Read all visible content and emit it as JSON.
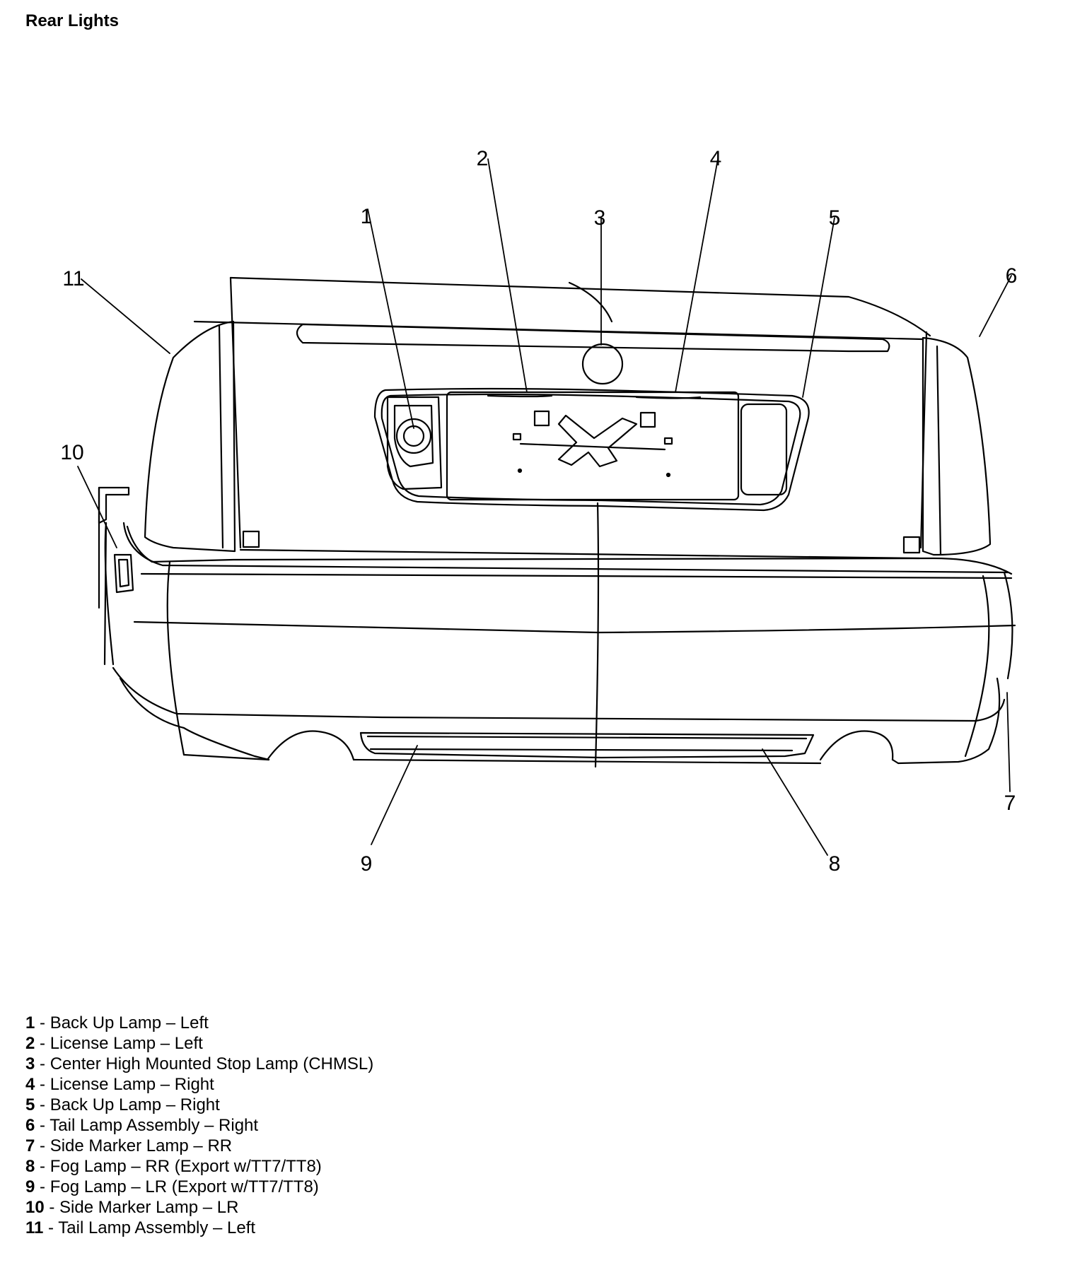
{
  "title": "Rear Lights",
  "callouts": [
    {
      "num": "1"
    },
    {
      "num": "2"
    },
    {
      "num": "3"
    },
    {
      "num": "4"
    },
    {
      "num": "5"
    },
    {
      "num": "6"
    },
    {
      "num": "7"
    },
    {
      "num": "8"
    },
    {
      "num": "9"
    },
    {
      "num": "10"
    },
    {
      "num": "11"
    }
  ],
  "legend": [
    {
      "num": "1",
      "sep": " - ",
      "text": "Back Up Lamp – Left"
    },
    {
      "num": "2",
      "sep": " - ",
      "text": "License Lamp – Left"
    },
    {
      "num": "3",
      "sep": " - ",
      "text": "Center High Mounted Stop Lamp (CHMSL)"
    },
    {
      "num": "4",
      "sep": " - ",
      "text": "License Lamp – Right"
    },
    {
      "num": "5",
      "sep": " - ",
      "text": "Back Up Lamp – Right"
    },
    {
      "num": "6",
      "sep": " - ",
      "text": "Tail Lamp Assembly – Right"
    },
    {
      "num": "7",
      "sep": " - ",
      "text": "Side Marker Lamp – RR"
    },
    {
      "num": "8",
      "sep": " - ",
      "text": "Fog Lamp – RR (Export w/TT7/TT8)"
    },
    {
      "num": "9",
      "sep": " - ",
      "text": "Fog Lamp – LR (Export w/TT7/TT8)"
    },
    {
      "num": "10",
      "sep": " - ",
      "text": "Side Marker Lamp – LR"
    },
    {
      "num": "11",
      "sep": " - ",
      "text": "Tail Lamp Assembly – Left"
    }
  ]
}
